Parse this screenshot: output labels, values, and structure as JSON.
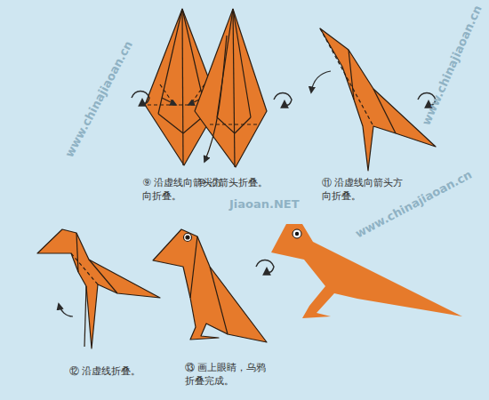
{
  "diagram": {
    "labels": [
      "⑨ 沿虚线向箭头方向折叠。",
      "⑩ 沿箭头折叠。",
      "⑪ 沿虚线向箭头方向折叠。",
      "⑫ 沿虚线折叠。",
      "⑬ 画上眼睛，乌鸦折叠完成。",
      "www.chinajiaoan.cn",
      "www.chinajiaoan.cn",
      "www.chinajiaoan.cn",
      "Jiaoan.NET"
    ]
  }
}
